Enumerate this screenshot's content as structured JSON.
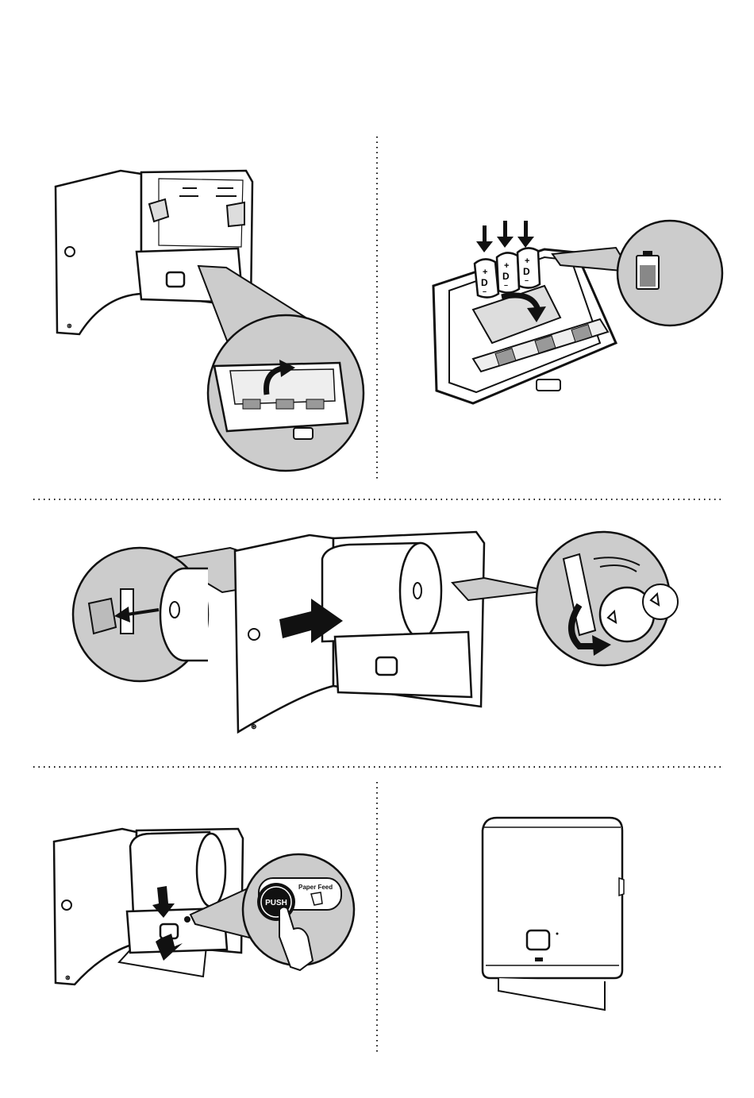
{
  "battery": {
    "cells": [
      {
        "plus": "+",
        "letter": "D",
        "minus": "–"
      },
      {
        "plus": "+",
        "letter": "D",
        "minus": "–"
      },
      {
        "plus": "+",
        "letter": "D",
        "minus": "–"
      }
    ]
  },
  "feed": {
    "push_label": "PUSH",
    "paper_feed_label": "Paper Feed"
  },
  "colors": {
    "callout_fill": "#cccccc",
    "battery_fill": "#888888",
    "arrow": "#111111",
    "line": "#111111"
  }
}
